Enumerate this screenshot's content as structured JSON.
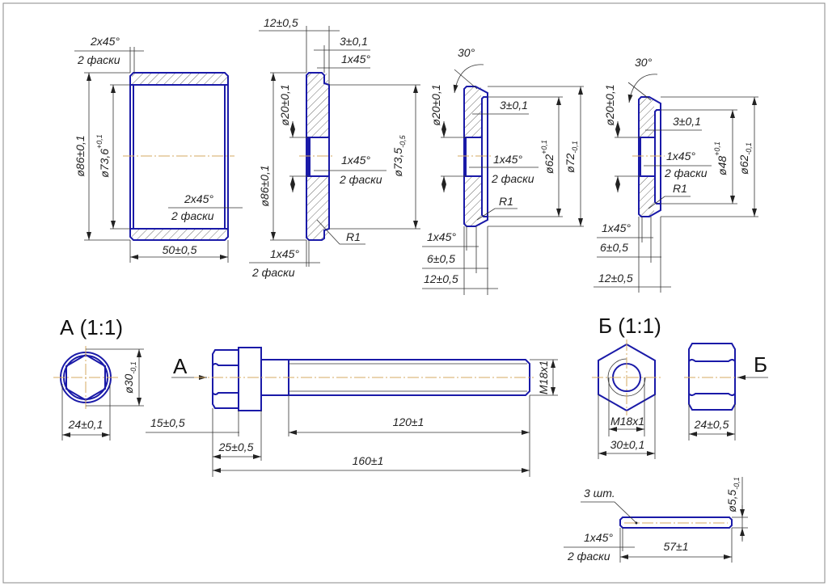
{
  "sleeve": {
    "chamfer_top": "2x45°",
    "chamfer_top_note": "2 фаски",
    "chamfer_bot": "2x45°",
    "chamfer_bot_note": "2 фаски",
    "d_outer": "ø86±0,1",
    "d_inner": "ø73,6",
    "d_inner_tol": "+0,1",
    "length": "50±0,5"
  },
  "disc": {
    "width": "12±0,5",
    "step": "3±0,1",
    "chamfer_top": "1x45°",
    "d_outer": "ø86±0,1",
    "d_hole": "ø20±0,1",
    "d_step": "ø73,5",
    "d_step_tol": "-0,5",
    "hole_chamfer": "1x45°",
    "hole_chamfer_note": "2 фаски",
    "radius": "R1",
    "chamfer_bot": "1x45°",
    "chamfer_bot_note": "2 фаски"
  },
  "washer1": {
    "angle": "30°",
    "d_hole": "ø20±0,1",
    "step": "3±0,1",
    "hole_chamfer": "1x45°",
    "hole_chamfer_note": "2 фаски",
    "radius": "R1",
    "d_inner": "ø62",
    "d_inner_tol": "+0,1",
    "d_outer": "ø72",
    "d_outer_tol": "-0,1",
    "chamfer": "1x45°",
    "dim_6": "6±0,5",
    "dim_12": "12±0,5"
  },
  "washer2": {
    "angle": "30°",
    "d_hole": "ø20±0,1",
    "step": "3±0,1",
    "hole_chamfer": "1x45°",
    "hole_chamfer_note": "2 фаски",
    "radius": "R1",
    "d_inner": "ø48",
    "d_inner_tol": "+0,1",
    "d_outer": "ø62",
    "d_outer_tol": "-0,1",
    "chamfer": "1x45°",
    "dim_6": "6±0,5",
    "dim_12": "12±0,5"
  },
  "bolt": {
    "view_label": "А (1:1)",
    "view_arrow": "А",
    "d_collar": "ø30",
    "d_collar_tol": "-0,1",
    "hex": "24±0,1",
    "thread": "M18x1",
    "head": "15±0,5",
    "collar": "25±0,5",
    "thread_len": "120±1",
    "total": "160±1"
  },
  "nut": {
    "view_label": "Б (1:1)",
    "view_arrow": "Б",
    "thread": "M18x1",
    "across": "30±0,1",
    "height": "24±0,5"
  },
  "pin": {
    "qty": "3 шт.",
    "d": "ø5,5",
    "d_tol": "-0,1",
    "chamfer": "1x45°",
    "chamfer_note": "2 фаски",
    "length": "57±1"
  },
  "colors": {
    "object": "#1a1aa8",
    "centerline": "#d4a860"
  }
}
